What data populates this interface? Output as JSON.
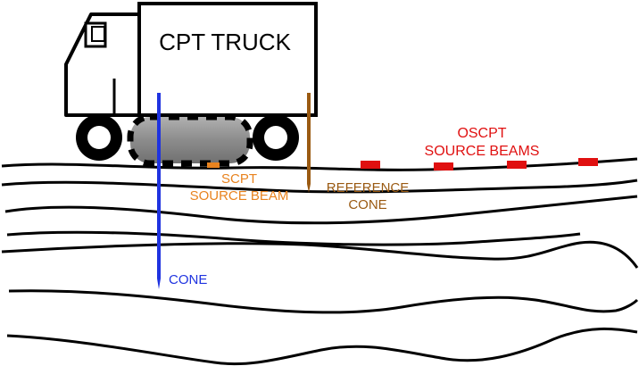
{
  "truck": {
    "label": "CPT TRUCK"
  },
  "labels": {
    "scpt_line1": "SCPT",
    "scpt_line2": "SOURCE BEAM",
    "reference_line1": "REFERENCE",
    "reference_line2": "CONE",
    "oscpt_line1": "OSCPT",
    "oscpt_line2": "SOURCE BEAMS",
    "cone": "CONE"
  },
  "colors": {
    "stroke": "#000000",
    "cone": "#1f33e0",
    "reference_cone": "#9a5a12",
    "scpt": "#e8831f",
    "oscpt": "#e01010",
    "pad_fill": "#8c8c8c"
  }
}
